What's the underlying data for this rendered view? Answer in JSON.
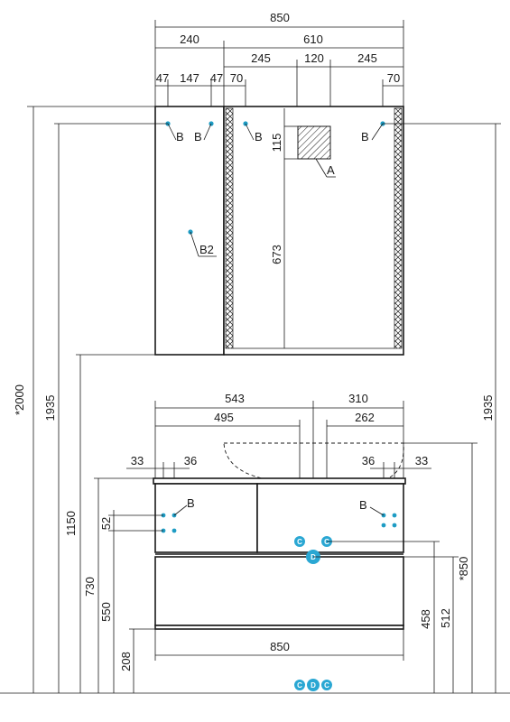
{
  "top_unit": {
    "dims_top": {
      "overall": "850",
      "left_part": "240",
      "right_part": "610",
      "seg_left": "245",
      "seg_mid": "120",
      "seg_right": "245"
    },
    "dims_small": {
      "a": "47",
      "b": "147",
      "c": "47",
      "d": "70",
      "e": "70"
    },
    "dims_vertical": {
      "v115": "115",
      "v673": "673"
    },
    "labels": {
      "b": "B",
      "b2": "B2",
      "a": "A"
    }
  },
  "bottom_unit": {
    "dims_top": {
      "left": "543",
      "right": "310",
      "left_inner": "495",
      "right_inner": "262"
    },
    "dims_small": {
      "l1": "33",
      "l2": "36",
      "r1": "36",
      "r2": "33"
    },
    "dims_left": {
      "h52": "52",
      "h730": "730",
      "h550": "550",
      "h208": "208"
    },
    "dims_right": {
      "h458": "458",
      "h512": "512",
      "h850": "*850"
    },
    "width_bottom": "850",
    "labels": {
      "b": "B",
      "c": "C",
      "d": "D"
    }
  },
  "overall_vertical": {
    "h2000": "*2000",
    "h1935_left": "1935",
    "h1150": "1150",
    "h1935_right": "1935"
  }
}
